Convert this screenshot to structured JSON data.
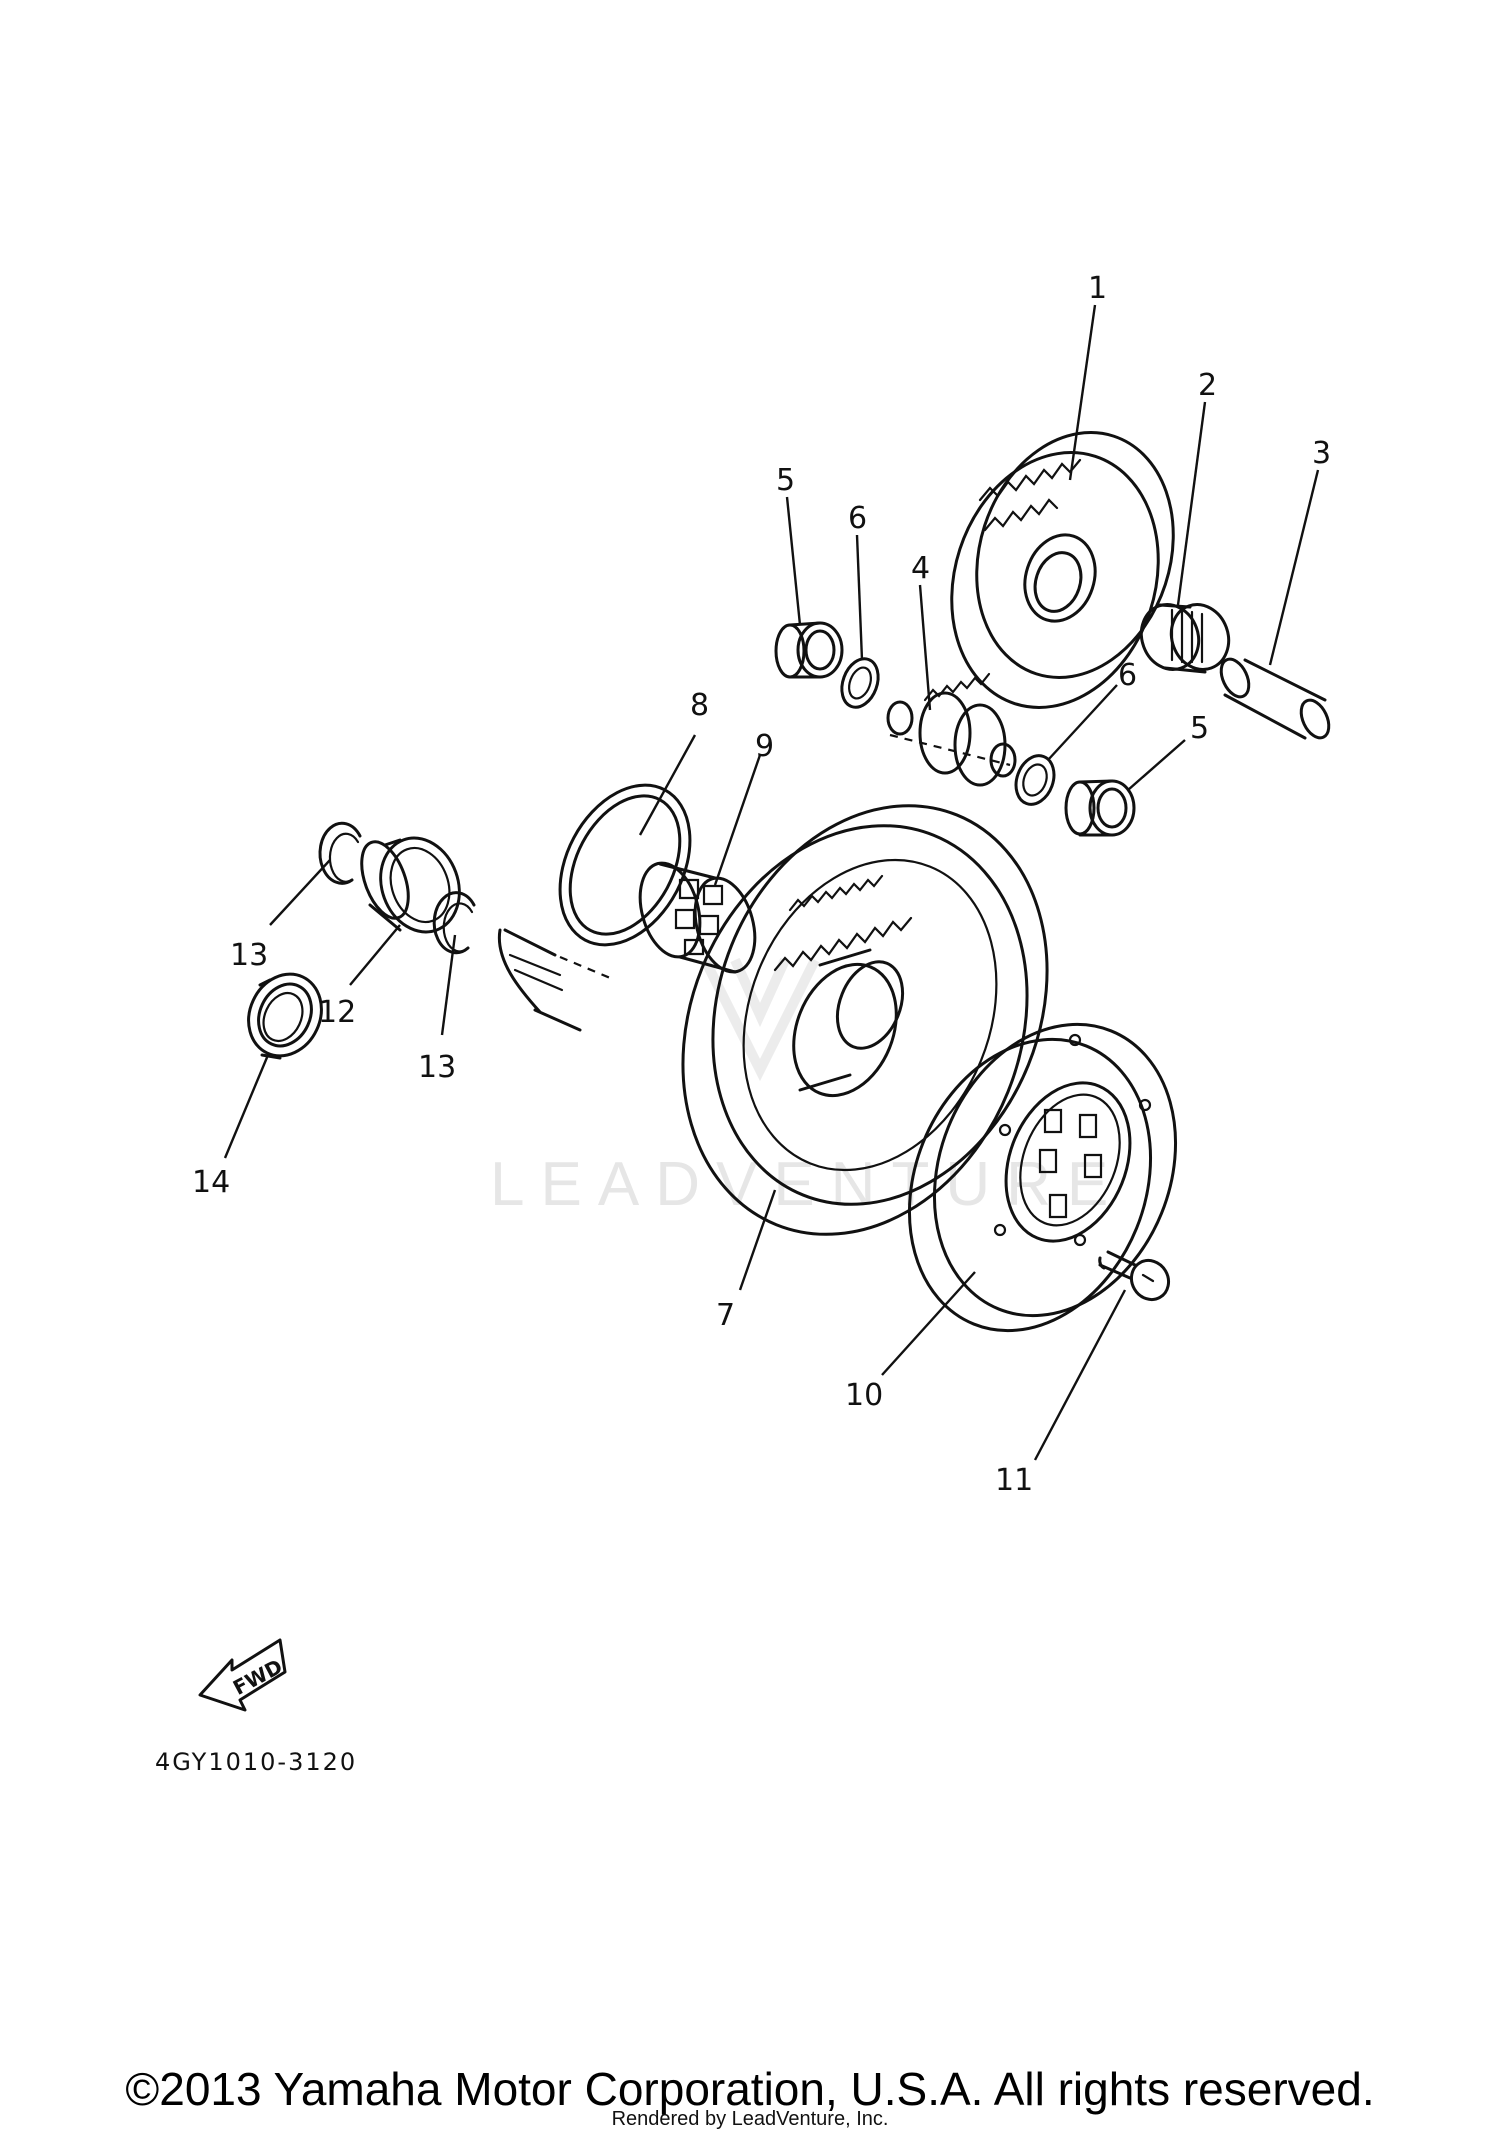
{
  "diagram": {
    "callouts": [
      "1",
      "2",
      "3",
      "4",
      "5",
      "6",
      "6",
      "5",
      "8",
      "9",
      "13",
      "12",
      "13",
      "14",
      "7",
      "10",
      "11"
    ],
    "fwd_label": "FWD",
    "part_code": "4GY1010-3120",
    "watermark": "LEADVENTURE"
  },
  "footer": {
    "copyright": "©2013 Yamaha Motor Corporation, U.S.A. All rights reserved.",
    "rendered_by": "Rendered by LeadVenture, Inc."
  }
}
